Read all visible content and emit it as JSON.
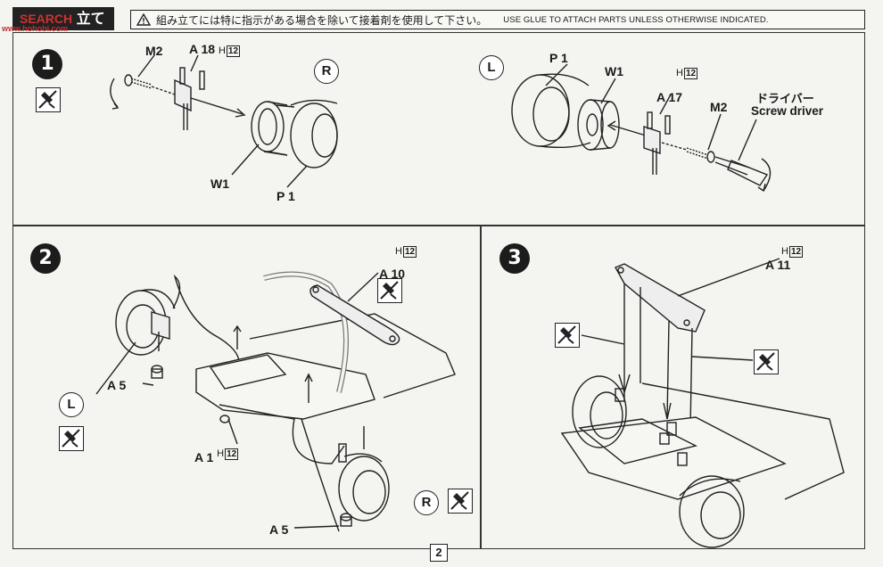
{
  "header": {
    "title": "立て",
    "watermark": "SEARCH",
    "watermark_site": "www.hohobi.com",
    "jp_notice": "組み立てには特に指示がある場合を除いて接着剤を使用して下さい。",
    "en_notice": "USE GLUE TO ATTACH PARTS UNLESS OTHERWISE INDICATED."
  },
  "step1": {
    "number": "1",
    "right": {
      "side": "R",
      "labels": {
        "m2": "M2",
        "a18": "A 18",
        "a18_h": "H",
        "a18_hbox": "12",
        "w1": "W1",
        "p1": "P 1"
      }
    },
    "left": {
      "side": "L",
      "labels": {
        "p1": "P 1",
        "w1": "W1",
        "a17": "A 17",
        "a17_h": "H",
        "a17_hbox": "12",
        "m2": "M2",
        "driver_jp": "ドライバー",
        "driver_en": "Screw driver"
      }
    }
  },
  "step2": {
    "number": "2",
    "labels": {
      "a10": "A 10",
      "a10_h": "H",
      "a10_hbox": "12",
      "a5_top": "A 5",
      "a5_bottom": "A 5",
      "a1": "A 1",
      "a1_h": "H",
      "a1_hbox": "12"
    },
    "left_side": "L",
    "right_side": "R"
  },
  "step3": {
    "number": "3",
    "labels": {
      "a11": "A 11",
      "a11_h": "H",
      "a11_hbox": "12"
    }
  },
  "page": {
    "number": "2"
  },
  "icons": {
    "glue": "no-glue-icon",
    "warning": "warning-triangle-icon"
  }
}
